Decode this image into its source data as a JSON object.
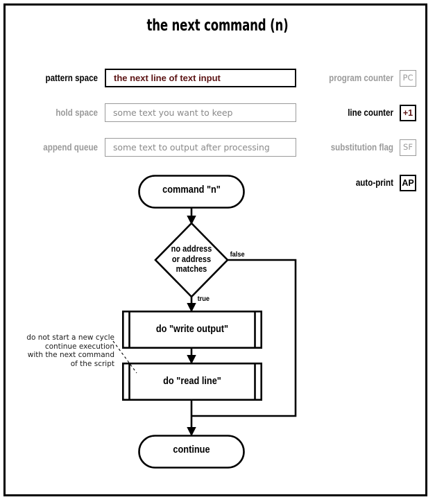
{
  "title": "the next command (n)",
  "registers": {
    "fields": [
      {
        "label": "pattern space",
        "value": "the next line of text input",
        "active": true
      },
      {
        "label": "hold space",
        "value": "some text you want to keep",
        "active": false
      },
      {
        "label": "append queue",
        "value": "some text to output after processing",
        "active": false
      }
    ],
    "badges": [
      {
        "label": "program counter",
        "value": "PC",
        "active": false,
        "ink": "gray"
      },
      {
        "label": "line counter",
        "value": "+1",
        "active": true,
        "ink": "maroon"
      },
      {
        "label": "substitution flag",
        "value": "SF",
        "active": false,
        "ink": "gray"
      },
      {
        "label": "auto-print",
        "value": "AP",
        "active": true,
        "ink": "black"
      }
    ]
  },
  "flowchart": {
    "start_label": "command \"n\"",
    "decision": {
      "line1": "no address",
      "line2": "or address",
      "line3": "matches",
      "true_label": "true",
      "false_label": "false"
    },
    "steps": [
      {
        "label": "do \"write output\""
      },
      {
        "label": "do \"read line\""
      }
    ],
    "end_label": "continue",
    "annotation": {
      "line1": "do not start a new cycle",
      "line2": "continue execution",
      "line3": "with the next command",
      "line4": "of the script"
    }
  },
  "colors": {
    "ink": "#000000",
    "maroon": "#5c1414",
    "inactive_gray": "#9a9a9a",
    "placeholder_gray": "#8a8a8a"
  }
}
